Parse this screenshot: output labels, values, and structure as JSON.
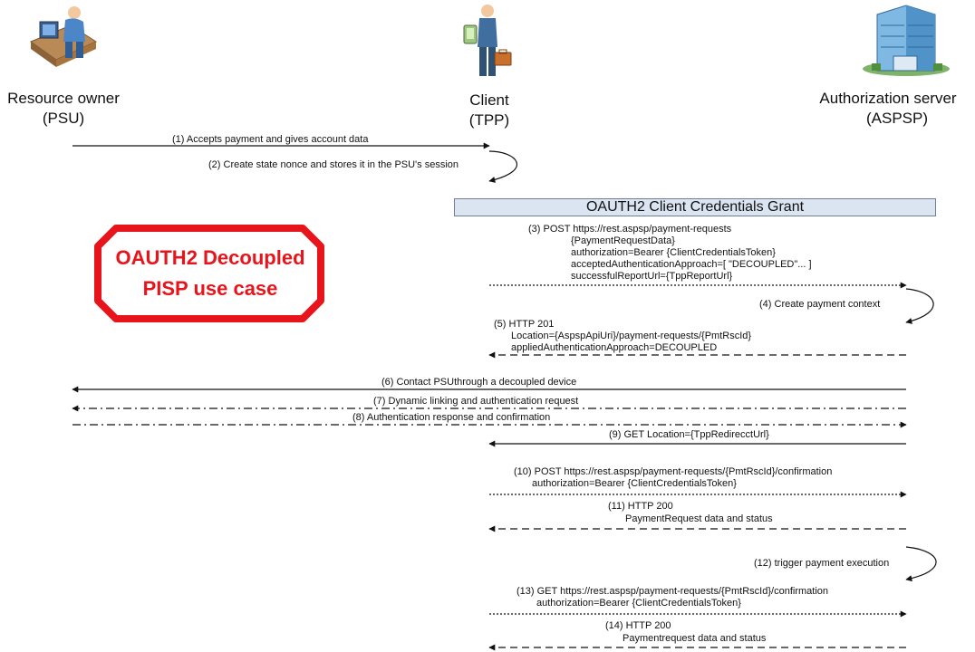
{
  "actors": {
    "psu": {
      "name": "Resource owner",
      "role": "(PSU)",
      "icon": "person-at-computer-icon"
    },
    "tpp": {
      "name": "Client",
      "role": "(TPP)",
      "icon": "business-person-icon"
    },
    "aspsp": {
      "name": "Authorization server",
      "role": "(ASPSP)",
      "icon": "bank-building-icon"
    }
  },
  "banner": "OAUTH2 Client Credentials Grant",
  "badge": {
    "line1": "OAUTH2 Decoupled",
    "line2": "PISP use case",
    "color": "#e8141b"
  },
  "messages": {
    "m1": "(1) Accepts payment and gives account data",
    "m2": "(2) Create state nonce and stores it in the PSU's session",
    "m3": [
      "(3) POST https://rest.aspsp/payment-requests",
      "{PaymentRequestData}",
      "authorization=Bearer {ClientCredentialsToken}",
      "acceptedAuthenticationApproach=[ \"DECOUPLED\"... ]",
      "successfulReportUrl={TppReportUrl}"
    ],
    "m4": "(4) Create payment context",
    "m5": [
      "(5) HTTP 201",
      "Location={AspspApiUri}/payment-requests/{PmtRscId}",
      "appliedAuthenticationApproach=DECOUPLED"
    ],
    "m6": "(6) Contact PSUthrough a decoupled device",
    "m7": "(7) Dynamic linking and authentication request",
    "m8": "(8) Authentication response and confirmation",
    "m9": "(9) GET Location={TppRedirecctUrl}",
    "m10": [
      "(10) POST https://rest.aspsp/payment-requests/{PmtRscId}/confirmation",
      "authorization=Bearer {ClientCredentialsToken}"
    ],
    "m11": [
      "(11) HTTP 200",
      "PaymentRequest data and status"
    ],
    "m12": "(12) trigger payment execution",
    "m13": [
      "(13) GET https://rest.aspsp/payment-requests/{PmtRscId}/confirmation",
      "authorization=Bearer {ClientCredentialsToken}"
    ],
    "m14": [
      "(14) HTTP 200",
      "Paymentrequest data and status"
    ]
  }
}
